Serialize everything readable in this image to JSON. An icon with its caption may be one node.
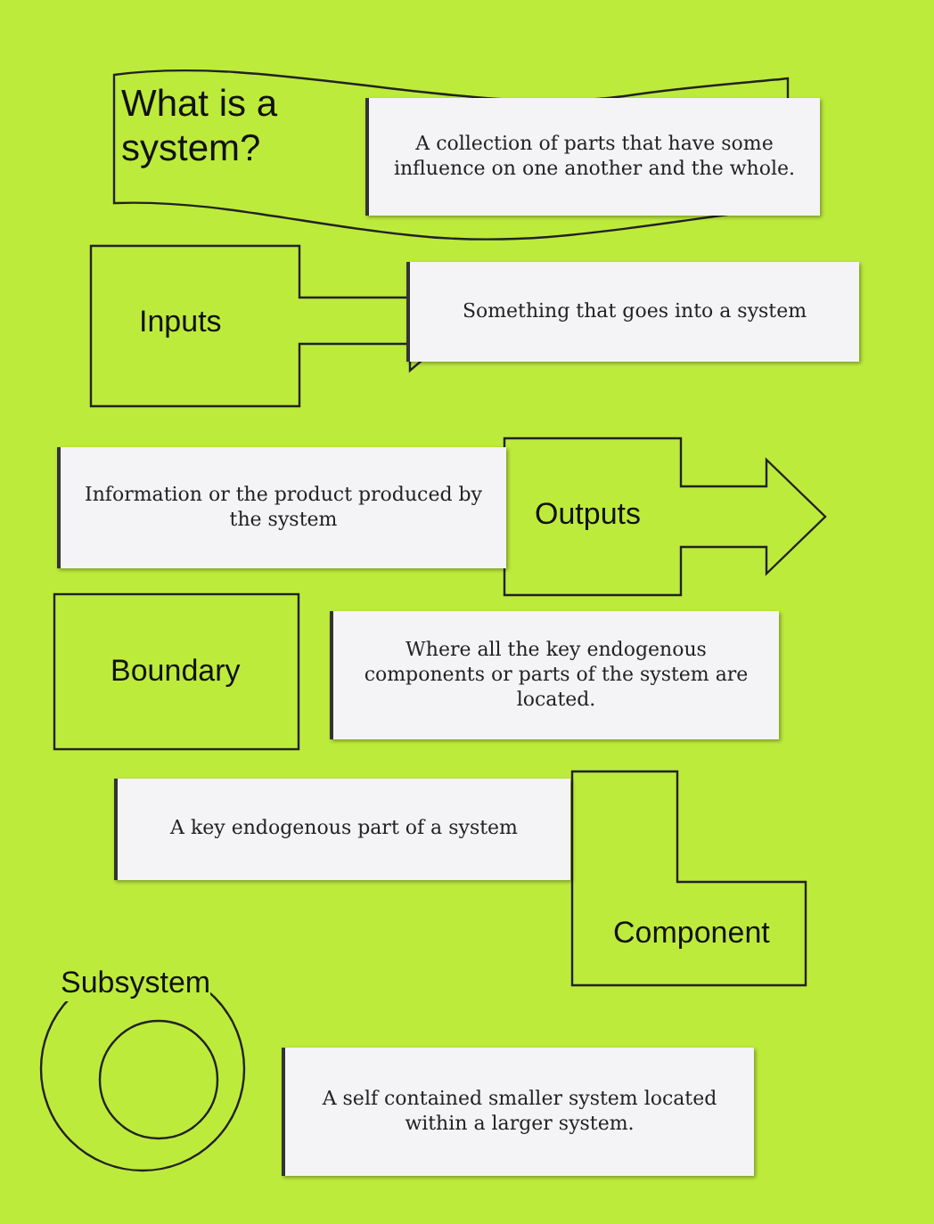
{
  "diagram": {
    "nodes": [
      {
        "text": [
          "What is a system?"
        ]
      },
      {
        "text": [
          "A collection of parts that have some influence on one another and the whole."
        ]
      },
      {
        "text": [
          "Inputs"
        ]
      },
      {
        "text": [
          "Something that goes into a system"
        ]
      },
      {
        "text": [
          "Information or the product produced by the system"
        ]
      },
      {
        "text": [
          "Outputs"
        ]
      },
      {
        "text": [
          "Boundary"
        ]
      },
      {
        "text": [
          "Where all the key endogenous components or parts of the system are located."
        ]
      },
      {
        "text": [
          "A key endogenous part of a system"
        ]
      },
      {
        "text": [
          "Component"
        ]
      },
      {
        "text": [
          "Subsystem"
        ]
      },
      {
        "text": [],
        "shape": "circle",
        "in": 10
      },
      {
        "text": [
          "A self contained smaller system located within a larger system."
        ]
      }
    ]
  }
}
